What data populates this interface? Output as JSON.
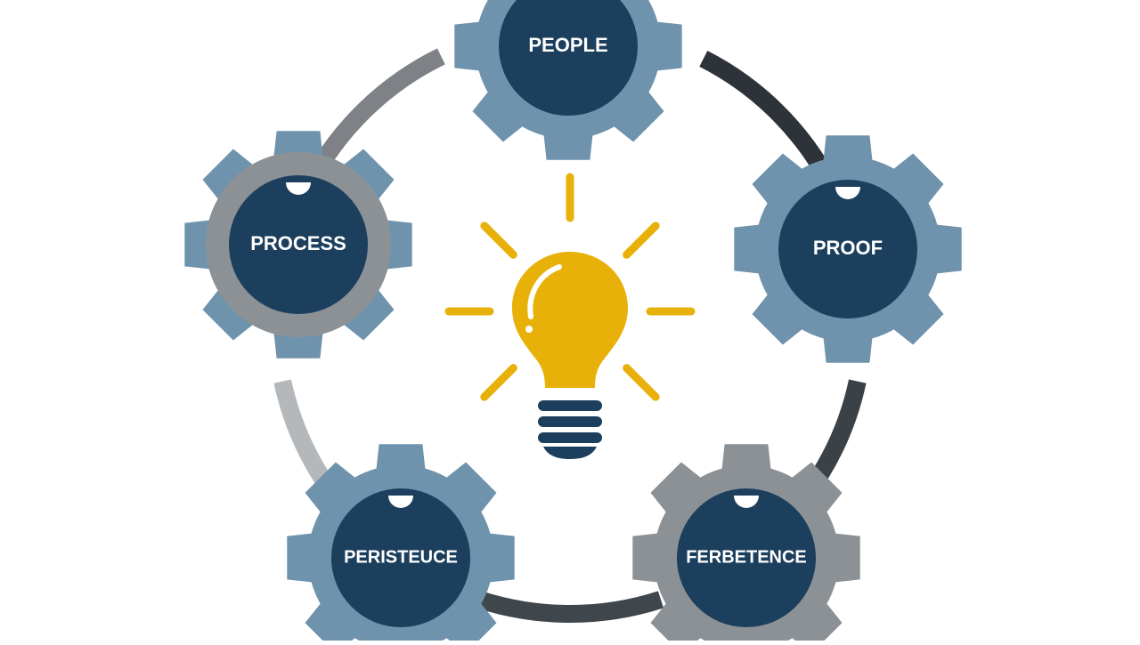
{
  "diagram": {
    "gears": [
      {
        "id": "people",
        "label": "PEOPLE",
        "tooth_color": "#6f93ad",
        "body_color": "#6f93ad",
        "hub_color": "#1c3f5d"
      },
      {
        "id": "proof",
        "label": "PROOF",
        "tooth_color": "#6f93ad",
        "body_color": "#6f93ad",
        "hub_color": "#1c3f5d"
      },
      {
        "id": "ferbetence",
        "label": "FERBETENCE",
        "tooth_color": "#8c9196",
        "body_color": "#8c9196",
        "hub_color": "#1c3f5d"
      },
      {
        "id": "peristeuce",
        "label": "PERISTEUCE",
        "tooth_color": "#6f93ad",
        "body_color": "#6f93ad",
        "hub_color": "#1c3f5d"
      },
      {
        "id": "process",
        "label": "PROCESS",
        "tooth_color": "#6f93ad",
        "body_color": "#8c9196",
        "hub_color": "#1c3f5d"
      }
    ],
    "connectors": [
      {
        "id": "people-to-proof",
        "color": "#2d3338"
      },
      {
        "id": "proof-to-ferbetence",
        "color": "#3a4147"
      },
      {
        "id": "ferbetence-to-peristeuce",
        "color": "#3f464c"
      },
      {
        "id": "peristeuce-to-process",
        "color": "#b5b8bb"
      },
      {
        "id": "process-to-people",
        "color": "#7e8286"
      }
    ],
    "bulb": {
      "icon": "lightbulb-icon",
      "glass_color": "#e8b10a",
      "ray_color": "#e8b10a",
      "base_color": "#1c3f5d",
      "highlight_color": "#ffffff"
    }
  }
}
